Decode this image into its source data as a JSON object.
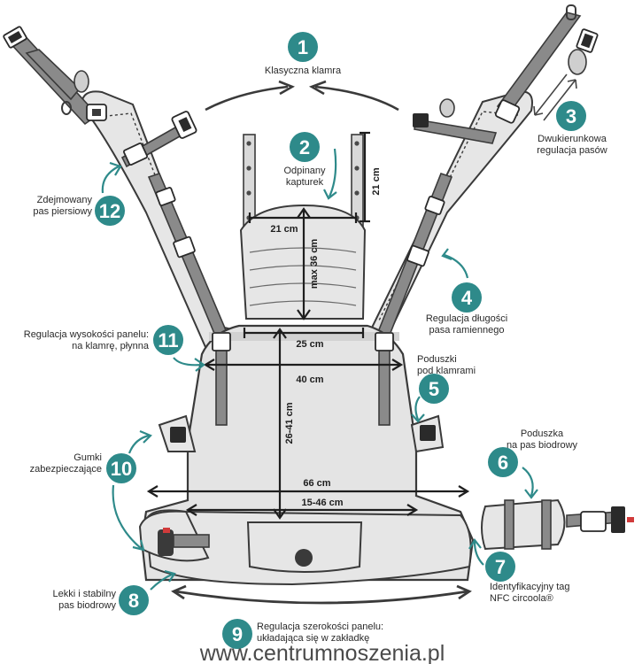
{
  "features": [
    {
      "id": "1",
      "lines": [
        "Klasyczna klamra"
      ]
    },
    {
      "id": "2",
      "lines": [
        "Odpinany",
        "kapturek"
      ]
    },
    {
      "id": "3",
      "lines": [
        "Dwukierunkowa",
        "regulacja pasów"
      ]
    },
    {
      "id": "4",
      "lines": [
        "Regulacja długości",
        "pasa ramiennego"
      ]
    },
    {
      "id": "5",
      "lines": [
        "Poduszki",
        "pod klamrami"
      ]
    },
    {
      "id": "6",
      "lines": [
        "Poduszka",
        "na pas biodrowy"
      ]
    },
    {
      "id": "7",
      "lines": [
        "Identyfikacyjny tag",
        "NFC circoola®"
      ]
    },
    {
      "id": "8",
      "lines": [
        "Lekki i stabilny",
        "pas biodrowy"
      ]
    },
    {
      "id": "9",
      "lines": [
        "Regulacja szerokości panelu:",
        "układająca się w zakładkę"
      ]
    },
    {
      "id": "10",
      "lines": [
        "Gumki",
        "zabezpieczające"
      ]
    },
    {
      "id": "11",
      "lines": [
        "Regulacja wysokości panelu:",
        "na klamrę, płynna"
      ]
    },
    {
      "id": "12",
      "lines": [
        "Zdejmowany",
        "pas piersiowy"
      ]
    }
  ],
  "dimensions": {
    "hood_height": "21 cm",
    "hood_width": "21 cm",
    "hood_panel_height": "max 36 cm",
    "panel_top_width": "25 cm",
    "panel_mid_width": "40 cm",
    "panel_height": "26-41 cm",
    "waist_full_width": "66 cm",
    "waist_adjust_width": "15-46 cm"
  },
  "watermark": "www.centrumnoszenia.pl",
  "colors": {
    "accent": "#2e8a8a",
    "outline": "#3a3a3a",
    "panel": "#e4e4e4",
    "strap": "#8a8a8a"
  }
}
